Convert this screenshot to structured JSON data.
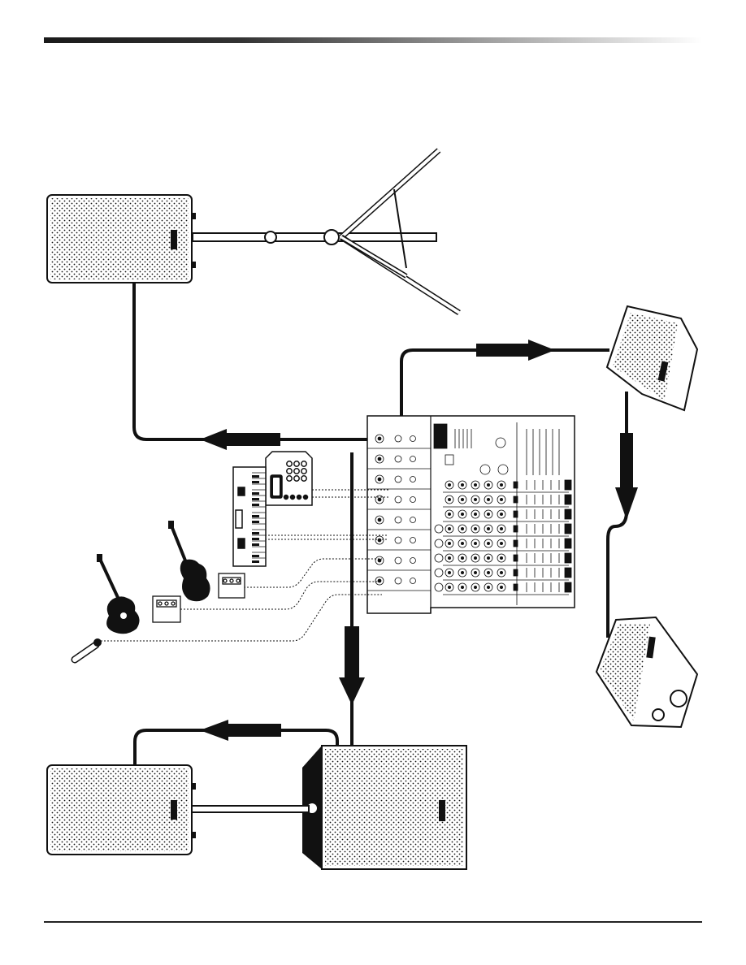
{
  "page": {
    "header_bar_colors": [
      "#1a1a1a",
      "#ffffff"
    ],
    "footer_rule_color": "#222222"
  },
  "diagram": {
    "kind": "live sound setup diagram",
    "devices": [
      {
        "id": "main-speaker-top-left",
        "icon": "pa-speaker-icon",
        "mount": "tripod-stand"
      },
      {
        "id": "mixer",
        "icon": "mixer-icon"
      },
      {
        "id": "monitor-upper-right",
        "icon": "wedge-monitor-icon"
      },
      {
        "id": "monitor-lower-right",
        "icon": "wedge-monitor-icon"
      },
      {
        "id": "subwoofer",
        "icon": "subwoofer-icon"
      },
      {
        "id": "main-speaker-bottom-left",
        "icon": "pa-speaker-icon",
        "mount": "pole-on-subwoofer"
      },
      {
        "id": "drum-machine",
        "icon": "drum-machine-icon"
      },
      {
        "id": "keyboard",
        "icon": "keyboard-icon"
      },
      {
        "id": "electric-guitar",
        "icon": "electric-guitar-icon"
      },
      {
        "id": "acoustic-guitar",
        "icon": "acoustic-guitar-icon"
      },
      {
        "id": "di-box-1",
        "icon": "di-box-icon"
      },
      {
        "id": "di-box-2",
        "icon": "di-box-icon"
      },
      {
        "id": "microphone",
        "icon": "microphone-icon"
      }
    ],
    "connections": [
      {
        "from": "mixer",
        "to": "main-speaker-top-left",
        "style": "cable-with-arrow"
      },
      {
        "from": "mixer",
        "to": "monitor-upper-right",
        "style": "cable-with-arrow"
      },
      {
        "from": "monitor-upper-right",
        "to": "monitor-lower-right",
        "style": "cable-with-arrow"
      },
      {
        "from": "mixer",
        "to": "subwoofer",
        "style": "cable-with-arrow"
      },
      {
        "from": "subwoofer",
        "to": "main-speaker-bottom-left",
        "style": "cable-with-arrow"
      },
      {
        "from": "drum-machine",
        "to": "mixer",
        "style": "dotted"
      },
      {
        "from": "keyboard",
        "to": "mixer",
        "style": "dotted"
      },
      {
        "from": "di-box-1",
        "to": "mixer",
        "style": "dotted"
      },
      {
        "from": "di-box-2",
        "to": "mixer",
        "style": "dotted"
      },
      {
        "from": "microphone",
        "to": "mixer",
        "style": "dotted"
      }
    ]
  }
}
